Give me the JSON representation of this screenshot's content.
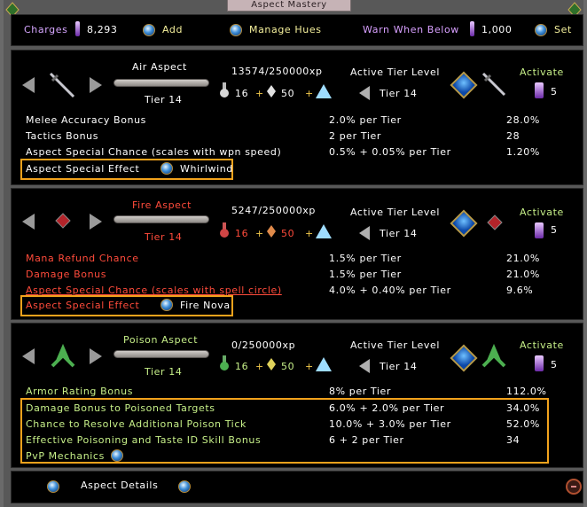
{
  "window": {
    "title": "Aspect Mastery"
  },
  "top": {
    "charges_label": "Charges",
    "charges_value": "8,293",
    "add_label": "Add",
    "manage_hues_label": "Manage Hues",
    "warn_label": "Warn When Below",
    "warn_value": "1,000",
    "set_label": "Set"
  },
  "aspects": [
    {
      "name": "Air Aspect",
      "tier": "Tier 14",
      "xp": "13574/250000xp",
      "cost_a": "16",
      "cost_b": "50",
      "active_tier_label": "Active Tier Level",
      "active_tier": "Tier 14",
      "activate_label": "Activate",
      "activate_count": "5",
      "rows": [
        {
          "name": "Melee Accuracy Bonus",
          "per": "2.0% per Tier",
          "total": "28.0%"
        },
        {
          "name": "Tactics Bonus",
          "per": "2 per Tier",
          "total": "28"
        },
        {
          "name": "Aspect Special Chance (scales with wpn speed)",
          "per": "0.5% + 0.05% per Tier",
          "total": "1.20%"
        }
      ],
      "special_label": "Aspect Special Effect",
      "special_value": "Whirlwind",
      "color": "#ffffff"
    },
    {
      "name": "Fire Aspect",
      "tier": "Tier 14",
      "xp": "5247/250000xp",
      "cost_a": "16",
      "cost_b": "50",
      "active_tier_label": "Active Tier Level",
      "active_tier": "Tier 14",
      "activate_label": "Activate",
      "activate_count": "5",
      "rows": [
        {
          "name": "Mana Refund Chance",
          "per": "1.5% per Tier",
          "total": "21.0%"
        },
        {
          "name": "Damage Bonus",
          "per": "1.5% per Tier",
          "total": "21.0%"
        },
        {
          "name": "Aspect Special Chance (scales with spell circle)",
          "per": "4.0% + 0.40% per Tier",
          "total": "9.6%"
        }
      ],
      "special_label": "Aspect Special Effect",
      "special_value": "Fire Nova",
      "color": "#ff4b3b"
    },
    {
      "name": "Poison Aspect",
      "tier": "Tier 14",
      "xp": "0/250000xp",
      "cost_a": "16",
      "cost_b": "50",
      "active_tier_label": "Active Tier Level",
      "active_tier": "Tier 14",
      "activate_label": "Activate",
      "activate_count": "5",
      "rows": [
        {
          "name": "Armor Rating Bonus",
          "per": "8% per Tier",
          "total": "112.0%"
        },
        {
          "name": "Damage Bonus to Poisoned Targets",
          "per": "6.0% + 2.0% per Tier",
          "total": "34.0%"
        },
        {
          "name": "Chance to Resolve Additional Poison Tick",
          "per": "10.0% + 3.0% per Tier",
          "total": "52.0%"
        },
        {
          "name": "Effective Poisoning and Taste ID Skill Bonus",
          "per": "6 + 2 per Tier",
          "total": "34"
        }
      ],
      "pvp_label": "PvP Mechanics",
      "color": "#c6ef88"
    }
  ],
  "footer": {
    "details_label": "Aspect Details"
  },
  "colors": {
    "highlight": "#f2a21c",
    "panel": "#000000",
    "frame": "#585858"
  }
}
